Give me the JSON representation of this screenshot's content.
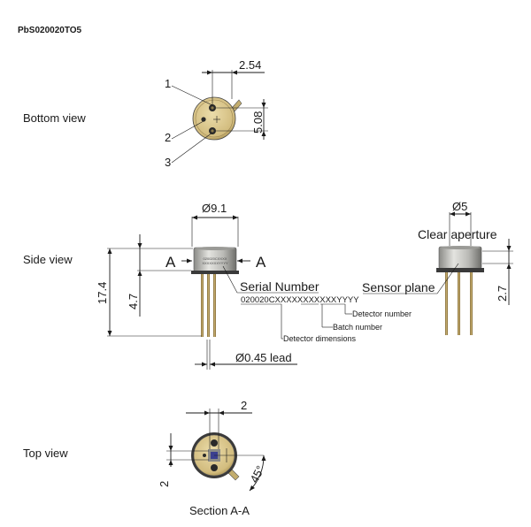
{
  "title": "PbS020020TO5",
  "views": {
    "bottom": "Bottom view",
    "side": "Side view",
    "top": "Top view"
  },
  "pins": {
    "p1": "1",
    "p2": "2",
    "p3": "3"
  },
  "dims": {
    "pitch_h": "2.54",
    "pitch_v": "5.08",
    "diameter": "Ø9.1",
    "height": "17.4",
    "cap_height": "4.7",
    "lead": "Ø0.45 lead",
    "aperture": "Ø5",
    "sensor_depth": "2.7",
    "chip_w": "2",
    "chip_h": "2",
    "angle": "45°"
  },
  "labels": {
    "section_marker": "A",
    "serial_number": "Serial Number",
    "serial_code": "020020CXXXXXXXXXXXYYYY",
    "detector_number": "Detector number",
    "batch_number": "Batch number",
    "detector_dimensions": "Detector dimensions",
    "clear_aperture": "Clear aperture",
    "sensor_plane": "Sensor plane",
    "section": "Section A-A",
    "cap_marking_1": "020020CXXXX",
    "cap_marking_2": "XXXXXXXYYYY"
  },
  "colors": {
    "gold": "#d8c489",
    "gold_dark": "#a8904f",
    "cap_light": "#d9d9d6",
    "cap_dark": "#7d7d7a",
    "flange": "#3a3a3a",
    "lead": "#b59a5e",
    "chip": "#3b3f8f"
  }
}
